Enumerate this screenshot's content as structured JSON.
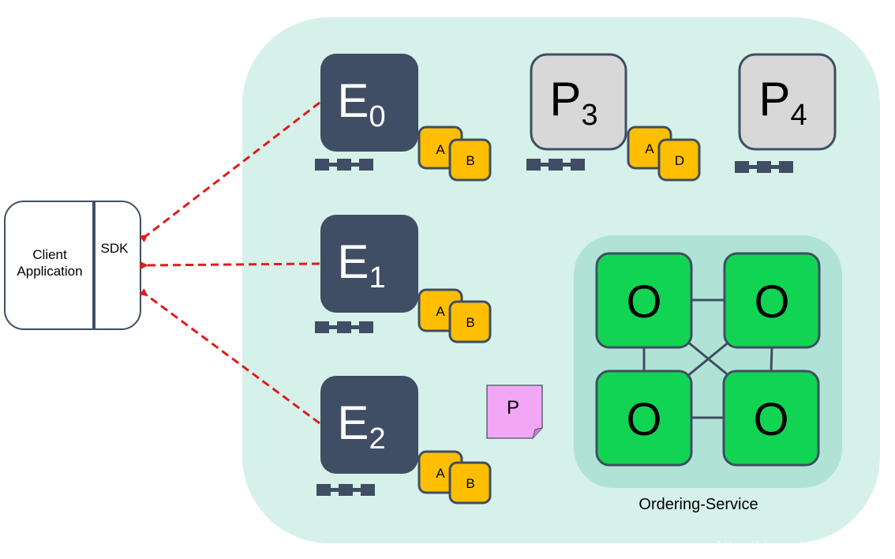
{
  "client": {
    "line1": "Client",
    "line2": "Application",
    "sdk": "SDK"
  },
  "network": {
    "endorsers": [
      {
        "letter": "E",
        "sub": "0",
        "chaincodes": [
          "A",
          "B"
        ]
      },
      {
        "letter": "E",
        "sub": "1",
        "chaincodes": [
          "A",
          "B"
        ]
      },
      {
        "letter": "E",
        "sub": "2",
        "chaincodes": [
          "A",
          "B"
        ]
      }
    ],
    "peers": [
      {
        "letter": "P",
        "sub": "3",
        "chaincodes": [
          "A",
          "D"
        ]
      },
      {
        "letter": "P",
        "sub": "4",
        "chaincodes": []
      }
    ],
    "proposal": "P"
  },
  "ordering": {
    "label": "Ordering-Service",
    "nodes": [
      "O",
      "O",
      "O",
      "O"
    ]
  },
  "watermark": "https://blog.csdn.net/ice_fire_x",
  "colors": {
    "network_bg": "#d6f1e9",
    "ordering_bg": "#b0e3d5",
    "endorser": "#3f4e64",
    "peer": "#d8d8d8",
    "chaincode": "#ffbf00",
    "orderer": "#12d453",
    "proposal": "#f1a7f5",
    "arrow": "#e31b1b"
  }
}
